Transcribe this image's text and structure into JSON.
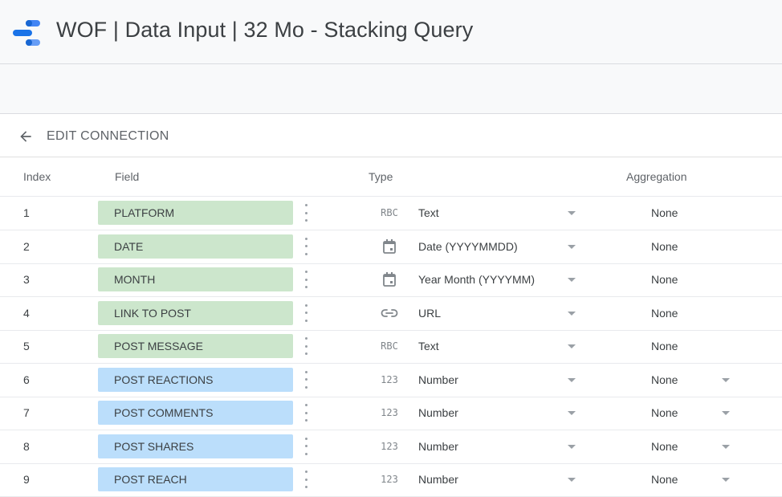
{
  "app": {
    "title": "WOF | Data Input | 32 Mo - Stacking Query",
    "logo_icon": "data-studio-logo-icon",
    "logo_colors": [
      "#4285f4",
      "#1a73e8",
      "#669df6"
    ]
  },
  "edit_bar": {
    "back_icon": "arrow-back-icon",
    "label": "EDIT CONNECTION"
  },
  "columns": {
    "index": "Index",
    "field": "Field",
    "type": "Type",
    "aggregation": "Aggregation"
  },
  "colors": {
    "dimension_chip": "#cce6cc",
    "metric_chip": "#bbdefb"
  },
  "rows": [
    {
      "index": "1",
      "field": "PLATFORM",
      "kind": "dimension",
      "type_icon": "text-type-icon",
      "type_glyph": "RBC",
      "type": "Text",
      "aggregation": "None",
      "aggregation_editable": false
    },
    {
      "index": "2",
      "field": "DATE",
      "kind": "dimension",
      "type_icon": "calendar-icon",
      "type_glyph": "",
      "type": "Date (YYYYMMDD)",
      "aggregation": "None",
      "aggregation_editable": false
    },
    {
      "index": "3",
      "field": "MONTH",
      "kind": "dimension",
      "type_icon": "calendar-icon",
      "type_glyph": "",
      "type": "Year Month (YYYYMM)",
      "aggregation": "None",
      "aggregation_editable": false
    },
    {
      "index": "4",
      "field": "LINK TO POST",
      "kind": "dimension",
      "type_icon": "link-icon",
      "type_glyph": "",
      "type": "URL",
      "aggregation": "None",
      "aggregation_editable": false
    },
    {
      "index": "5",
      "field": "POST MESSAGE",
      "kind": "dimension",
      "type_icon": "text-type-icon",
      "type_glyph": "RBC",
      "type": "Text",
      "aggregation": "None",
      "aggregation_editable": false
    },
    {
      "index": "6",
      "field": "POST REACTIONS",
      "kind": "metric",
      "type_icon": "number-type-icon",
      "type_glyph": "123",
      "type": "Number",
      "aggregation": "None",
      "aggregation_editable": true
    },
    {
      "index": "7",
      "field": "POST COMMENTS",
      "kind": "metric",
      "type_icon": "number-type-icon",
      "type_glyph": "123",
      "type": "Number",
      "aggregation": "None",
      "aggregation_editable": true
    },
    {
      "index": "8",
      "field": "POST SHARES",
      "kind": "metric",
      "type_icon": "number-type-icon",
      "type_glyph": "123",
      "type": "Number",
      "aggregation": "None",
      "aggregation_editable": true
    },
    {
      "index": "9",
      "field": "POST REACH",
      "kind": "metric",
      "type_icon": "number-type-icon",
      "type_glyph": "123",
      "type": "Number",
      "aggregation": "None",
      "aggregation_editable": true
    }
  ]
}
